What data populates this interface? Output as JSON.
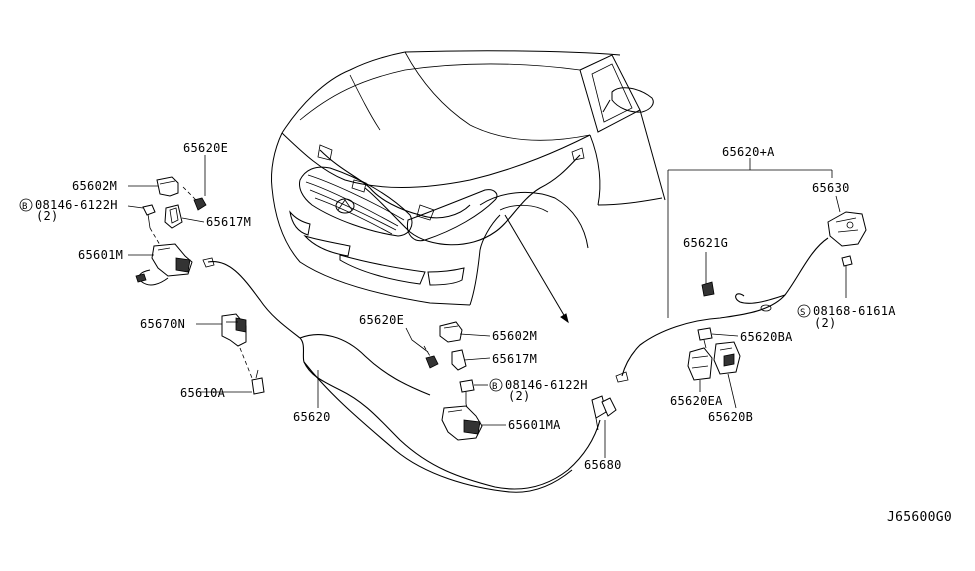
{
  "diagram": {
    "labels": {
      "p65620E_top": "65620E",
      "p65602M_top": "65602M",
      "bolt_top_symbol": "B",
      "bolt_top": "08146-6122H",
      "bolt_top_qty": "(2)",
      "p65617M_top": "65617M",
      "p65601M": "65601M",
      "p65670N": "65670N",
      "p65610A": "65610A",
      "p65620": "65620",
      "p65620E_mid": "65620E",
      "p65602M_mid": "65602M",
      "p65617M_mid": "65617M",
      "bolt_mid_symbol": "B",
      "bolt_mid": "08146-6122H",
      "bolt_mid_qty": "(2)",
      "p65601MA": "65601MA",
      "p65680": "65680",
      "p65620A": "65620+A",
      "p65630": "65630",
      "p65621G": "65621G",
      "screw_symbol": "S",
      "screw": "08168-6161A",
      "screw_qty": "(2)",
      "p65620BA": "65620BA",
      "p65620EA": "65620EA",
      "p65620B": "65620B"
    },
    "diagram_code": "J65600G0"
  }
}
